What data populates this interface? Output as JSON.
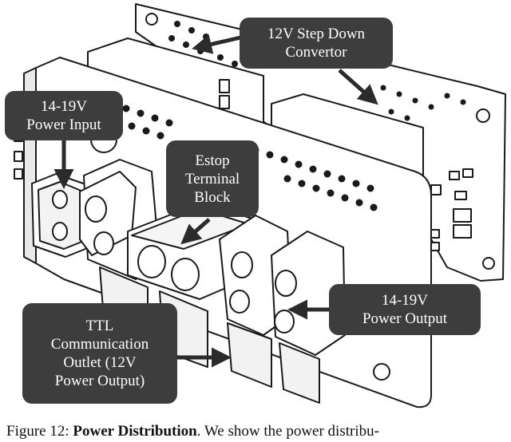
{
  "callouts": {
    "step_down": [
      "12V Step Down",
      "Convertor"
    ],
    "power_input": [
      "14-19V",
      "Power Input"
    ],
    "estop": [
      "Estop",
      "Terminal",
      "Block"
    ],
    "power_output": [
      "14-19V",
      "Power Output"
    ],
    "ttl": [
      "TTL",
      "Communication",
      "Outlet (12V",
      "Power Output)"
    ]
  },
  "caption": {
    "prefix": "Figure 12: ",
    "title": "Power Distribution",
    "text": ". We show the power distribu-"
  }
}
